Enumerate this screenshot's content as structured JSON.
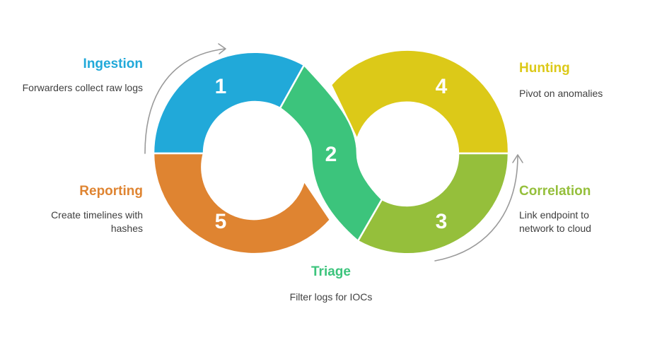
{
  "steps": {
    "ingestion": {
      "number": "1",
      "title": "Ingestion",
      "desc": "Forwarders collect raw logs",
      "color": "#21a9d9"
    },
    "triage": {
      "number": "2",
      "title": "Triage",
      "desc": "Filter logs for IOCs",
      "color": "#3cc47c"
    },
    "correlation": {
      "number": "3",
      "title": "Correlation",
      "desc": "Link endpoint to network to cloud",
      "color": "#95bf3b"
    },
    "hunting": {
      "number": "4",
      "title": "Hunting",
      "desc": "Pivot on anomalies",
      "color": "#dcc918"
    },
    "reporting": {
      "number": "5",
      "title": "Reporting",
      "desc": "Create timelines with hashes",
      "color": "#df8431"
    }
  },
  "arrow_color": "#9a9a9a"
}
